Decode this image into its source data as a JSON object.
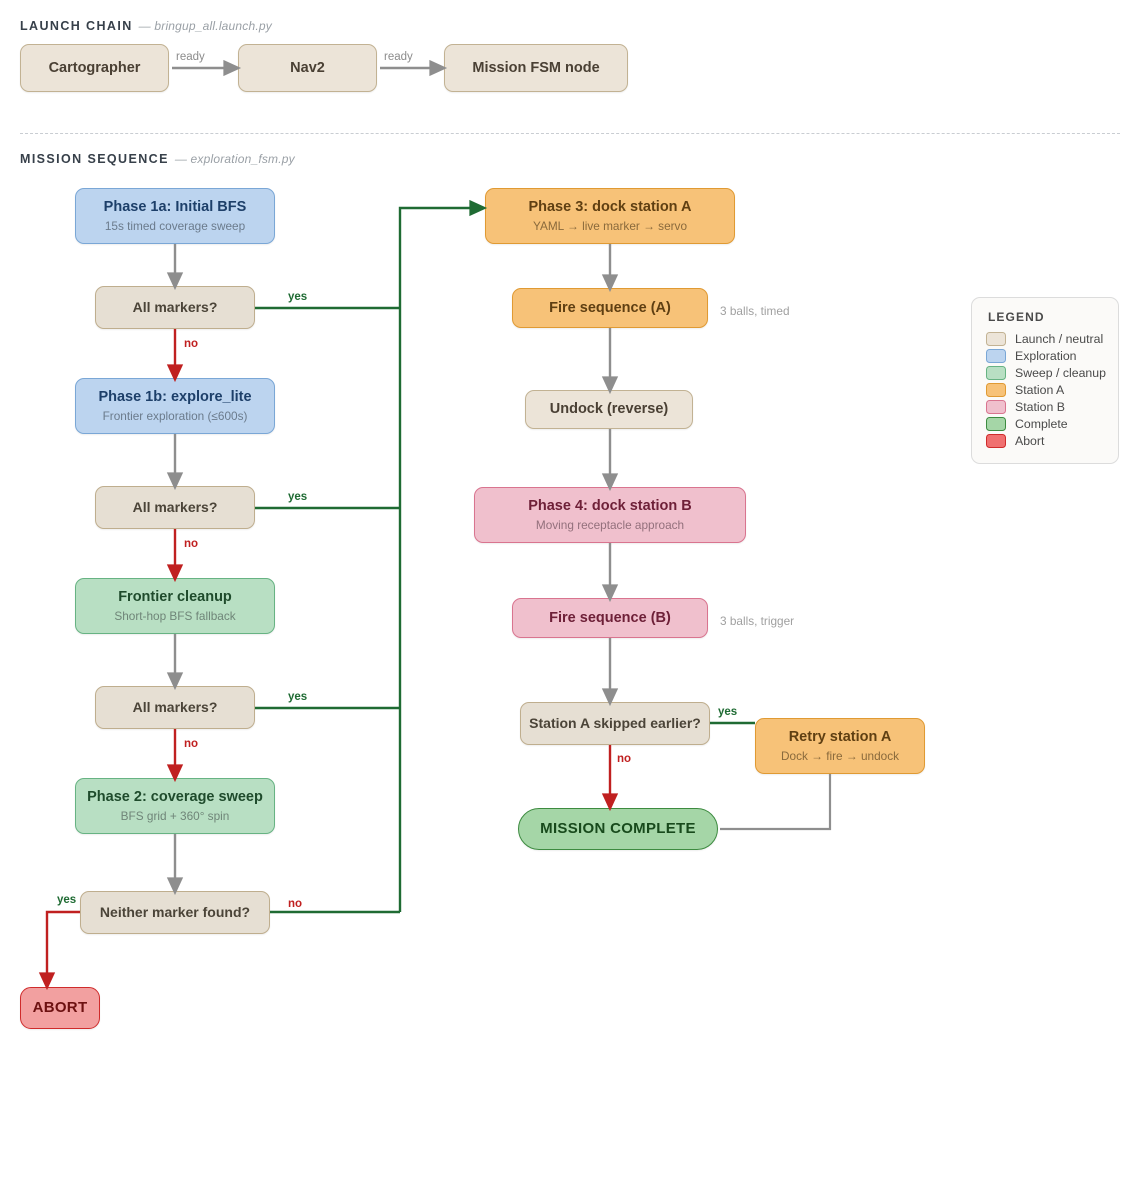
{
  "sections": {
    "launch": {
      "title": "LAUNCH CHAIN",
      "file": "— bringup_all.launch.py"
    },
    "mission": {
      "title": "MISSION SEQUENCE",
      "file": "— exploration_fsm.py"
    }
  },
  "launch_chain": {
    "nodes": [
      {
        "label": "Cartographer"
      },
      {
        "label": "Nav2"
      },
      {
        "label": "Mission FSM node"
      }
    ],
    "edges": [
      {
        "label": "ready"
      },
      {
        "label": "ready"
      }
    ]
  },
  "mission_nodes": {
    "phase1a": {
      "title": "Phase 1a: Initial BFS",
      "subtitle": "15s timed coverage sweep"
    },
    "decision1": {
      "title": "All markers?"
    },
    "phase1b": {
      "title": "Phase 1b: explore_lite",
      "subtitle": "Frontier exploration (≤600s)"
    },
    "decision2": {
      "title": "All markers?"
    },
    "cleanup": {
      "title": "Frontier cleanup",
      "subtitle": "Short-hop BFS fallback"
    },
    "decision3": {
      "title": "All markers?"
    },
    "phase2": {
      "title": "Phase 2: coverage sweep",
      "subtitle": "BFS grid + 360° spin"
    },
    "decision4": {
      "title": "Neither marker found?"
    },
    "abort": {
      "title": "ABORT"
    },
    "phase3": {
      "title": "Phase 3: dock station A",
      "subtitle": "YAML → live marker → servo"
    },
    "fireA": {
      "title": "Fire sequence (A)",
      "note": "3 balls, timed"
    },
    "undock": {
      "title": "Undock (reverse)"
    },
    "phase4": {
      "title": "Phase 4: dock station B",
      "subtitle": "Moving receptacle approach"
    },
    "fireB": {
      "title": "Fire sequence (B)",
      "note": "3 balls, trigger"
    },
    "decision5": {
      "title": "Station A skipped earlier?"
    },
    "retryA": {
      "title": "Retry station A",
      "subtitle": "Dock → fire → undock"
    },
    "complete": {
      "title": "MISSION COMPLETE"
    }
  },
  "edge_labels": {
    "yes1": "yes",
    "no1": "no",
    "yes2": "yes",
    "no2": "no",
    "yes3": "yes",
    "no3": "no",
    "yes4": "yes",
    "no4": "no",
    "yes5": "yes",
    "no5": "no"
  },
  "legend": {
    "title": "LEGEND",
    "items": [
      {
        "label": "Launch / neutral",
        "color": "#ece4d8",
        "border": "#c2b293"
      },
      {
        "label": "Exploration",
        "color": "#bcd4ef",
        "border": "#7aa7d6"
      },
      {
        "label": "Sweep / cleanup",
        "color": "#b8dfc3",
        "border": "#67b383"
      },
      {
        "label": "Station A",
        "color": "#f7c278",
        "border": "#e09a33"
      },
      {
        "label": "Station B",
        "color": "#f0c0cd",
        "border": "#d9748f"
      },
      {
        "label": "Complete",
        "color": "#a5d6a7",
        "border": "#3d8b40"
      },
      {
        "label": "Abort",
        "color": "#f07070",
        "border": "#cf2b2b"
      }
    ]
  },
  "colors": {
    "yes_green": "#1f6b33",
    "no_red": "#c02020",
    "arrow_gray": "#8e8e8e"
  }
}
